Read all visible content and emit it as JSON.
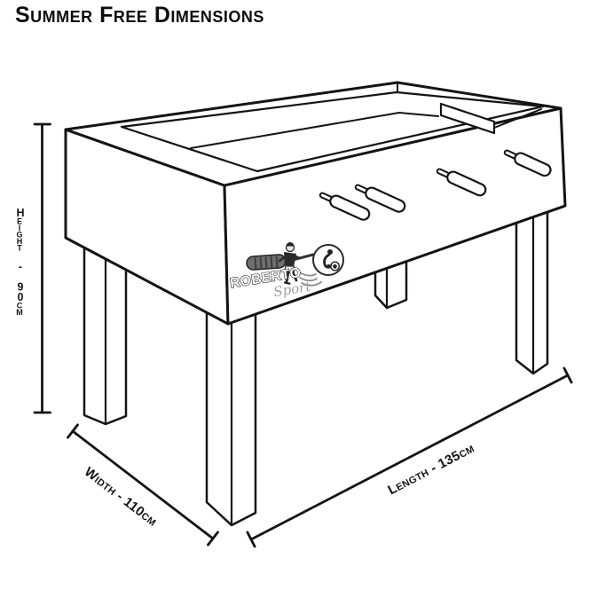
{
  "title": "Summer Free Dimensions",
  "dimensions": {
    "height": {
      "label": "Height - 90cm",
      "value": "90cm"
    },
    "width": {
      "label": "Width - 110cm",
      "value": "110cm"
    },
    "length": {
      "label": "Length - 135cm",
      "value": "135cm"
    }
  },
  "logo": {
    "brand": "ROBERTO",
    "subtitle": "Sport"
  },
  "colors": {
    "background": "#ffffff",
    "line_color": "#141414",
    "logo_gray": "#a0a0a0"
  }
}
